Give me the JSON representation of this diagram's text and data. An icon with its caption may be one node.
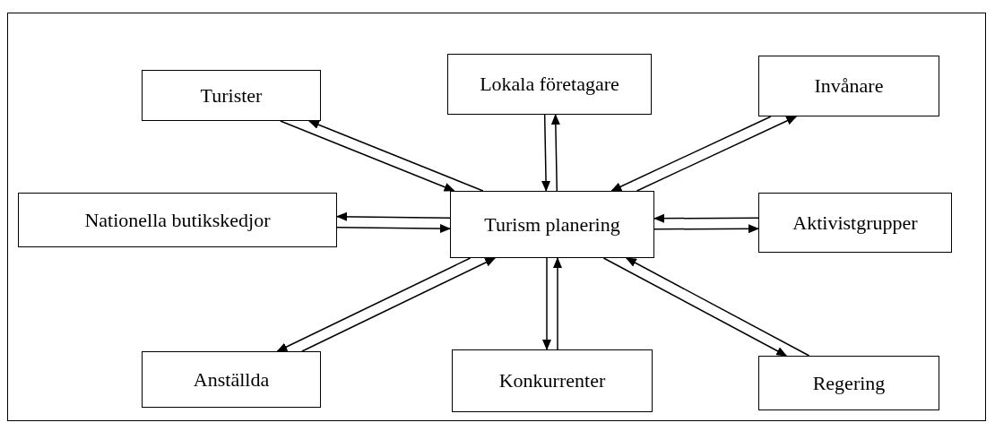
{
  "diagram": {
    "nodes": [
      {
        "text": [
          "Turister"
        ]
      },
      {
        "text": [
          "Lokala företagare"
        ]
      },
      {
        "text": [
          "Invånare"
        ]
      },
      {
        "text": [
          "Nationella butikskedjor"
        ]
      },
      {
        "text": [
          "Turism planering"
        ]
      },
      {
        "text": [
          "Aktivistgrupper"
        ]
      },
      {
        "text": [
          "Anställda"
        ]
      },
      {
        "text": [
          "Konkurrenter"
        ]
      },
      {
        "text": [
          "Regering"
        ]
      }
    ],
    "edges": [
      {
        "from": 4,
        "to": 0,
        "arrow": "to"
      },
      {
        "from": 0,
        "to": 4,
        "arrow": "to"
      },
      {
        "from": 4,
        "to": 1,
        "arrow": "to"
      },
      {
        "from": 1,
        "to": 4,
        "arrow": "to"
      },
      {
        "from": 4,
        "to": 2,
        "arrow": "to"
      },
      {
        "from": 2,
        "to": 4,
        "arrow": "to"
      },
      {
        "from": 4,
        "to": 3,
        "arrow": "to"
      },
      {
        "from": 3,
        "to": 4,
        "arrow": "to"
      },
      {
        "from": 4,
        "to": 5,
        "arrow": "to"
      },
      {
        "from": 5,
        "to": 4,
        "arrow": "to"
      },
      {
        "from": 4,
        "to": 6,
        "arrow": "to"
      },
      {
        "from": 6,
        "to": 4,
        "arrow": "to"
      },
      {
        "from": 4,
        "to": 7,
        "arrow": "to"
      },
      {
        "from": 7,
        "to": 4,
        "arrow": "to"
      },
      {
        "from": 4,
        "to": 8,
        "arrow": "to"
      },
      {
        "from": 8,
        "to": 4,
        "arrow": "to"
      }
    ]
  }
}
